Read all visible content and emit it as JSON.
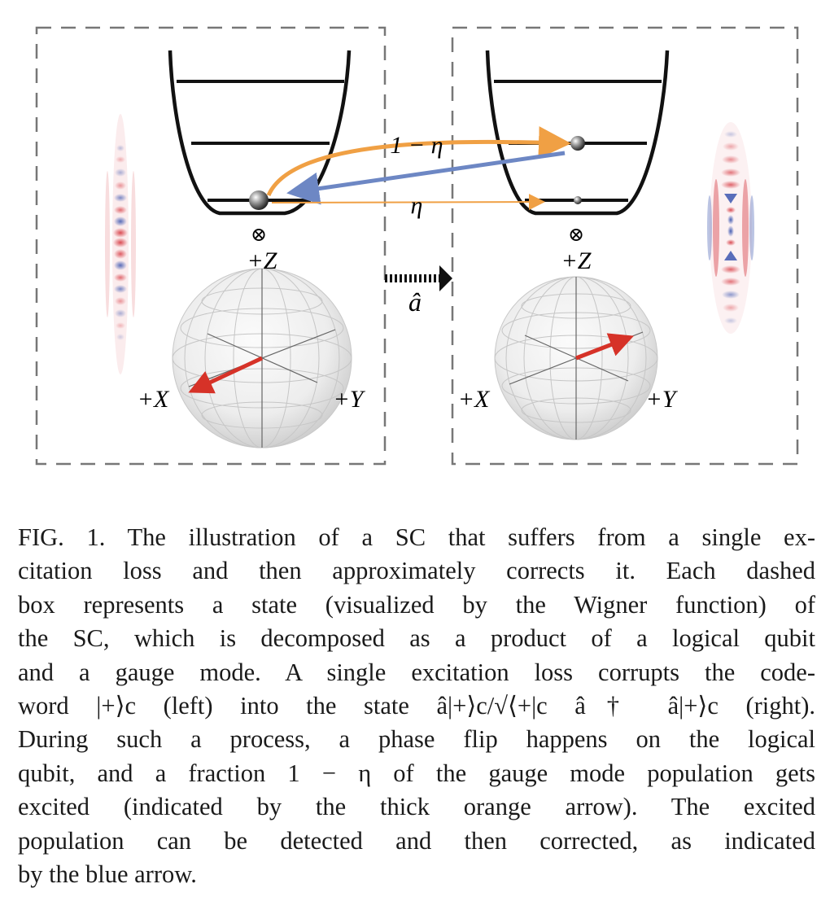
{
  "figure": {
    "left_panel": {
      "zero_level_marker": "⊗",
      "bloch": {
        "z_label": "+Z",
        "x_label": "+X",
        "y_label": "+Y"
      }
    },
    "right_panel": {
      "zero_level_marker": "⊗",
      "bloch": {
        "z_label": "+Z",
        "x_label": "+X",
        "y_label": "+Y"
      }
    },
    "operator_label": "â",
    "arrow_labels": {
      "thick_orange": "1 − η",
      "thin_orange": "η"
    },
    "colors": {
      "dashed_box": "#777777",
      "orange_arrow": "#f0a044",
      "blue_arrow": "#6d87c4",
      "bloch_vector": "#d63228",
      "wigner_red": "#d8424a",
      "wigner_blue": "#3c56b0"
    }
  },
  "caption": {
    "lines": [
      "FIG. 1. The illustration of a SC that suffers from a single ex-",
      "citation loss and then approximately corrects it. Each dashed",
      "box represents a state (visualized by the Wigner function) of",
      "the SC, which is decomposed as a product of a logical qubit",
      "and a gauge mode. A single excitation loss corrupts the code-",
      "word |+⟩c (left) into the state â|+⟩c/√⟨+|c â† â|+⟩c (right).",
      "During such a process, a phase flip happens on the logical",
      "qubit, and a fraction 1 − η of the gauge mode population gets",
      "excited (indicated by the thick orange arrow). The excited",
      "population can be detected and then corrected, as indicated",
      "by the blue arrow."
    ]
  }
}
